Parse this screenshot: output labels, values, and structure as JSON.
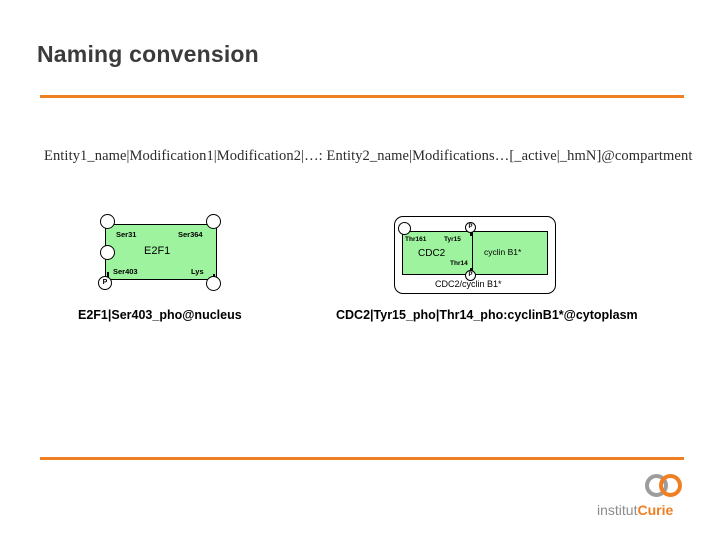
{
  "slide": {
    "title": "Naming convension",
    "formula": "Entity1_name|Modification1|Modification2|…: Entity2_name|Modifications…[_active|_hmN]@compartment",
    "accent_color": "#ee8023",
    "node_fill_color": "#9ef49e"
  },
  "diagrams": [
    {
      "id": "e2f1",
      "entity_label": "E2F1",
      "sites": [
        {
          "label": "Ser31",
          "position": "top-left"
        },
        {
          "label": "Ser364",
          "position": "top-right"
        },
        {
          "label": "Ser403",
          "position": "bottom-left"
        },
        {
          "label": "Lys",
          "position": "bottom-right"
        }
      ],
      "ports": [
        {
          "glyph": "",
          "position": "top-left"
        },
        {
          "glyph": "",
          "position": "mid-left"
        },
        {
          "glyph": "P",
          "position": "bottom-left"
        },
        {
          "glyph": "",
          "position": "top-right"
        },
        {
          "glyph": "",
          "position": "bottom-right"
        }
      ],
      "caption": "E2F1|Ser403_pho@nucleus"
    },
    {
      "id": "cdc2-cyclinb1",
      "complex_label": "CDC2/cyclin B1*",
      "members": [
        {
          "entity_label": "CDC2",
          "sites": [
            {
              "label": "Thr161",
              "position": "top-left"
            },
            {
              "label": "Tyr15",
              "position": "top-right"
            },
            {
              "label": "Thr14",
              "position": "bottom-right"
            }
          ],
          "ports": [
            {
              "glyph": "",
              "position": "top-left"
            },
            {
              "glyph": "P",
              "position": "top-right"
            },
            {
              "glyph": "P",
              "position": "bottom-right"
            }
          ]
        },
        {
          "entity_label": "cyclin B1*",
          "sites": [],
          "ports": []
        }
      ],
      "caption": "CDC2|Tyr15_pho|Thr14_pho:cyclinB1*@cytoplasm"
    }
  ],
  "logo": {
    "institut_text": "institut",
    "curie_text": "Curie",
    "ring_gray_color": "#9d9d9d",
    "ring_orange_color": "#ee8023"
  }
}
